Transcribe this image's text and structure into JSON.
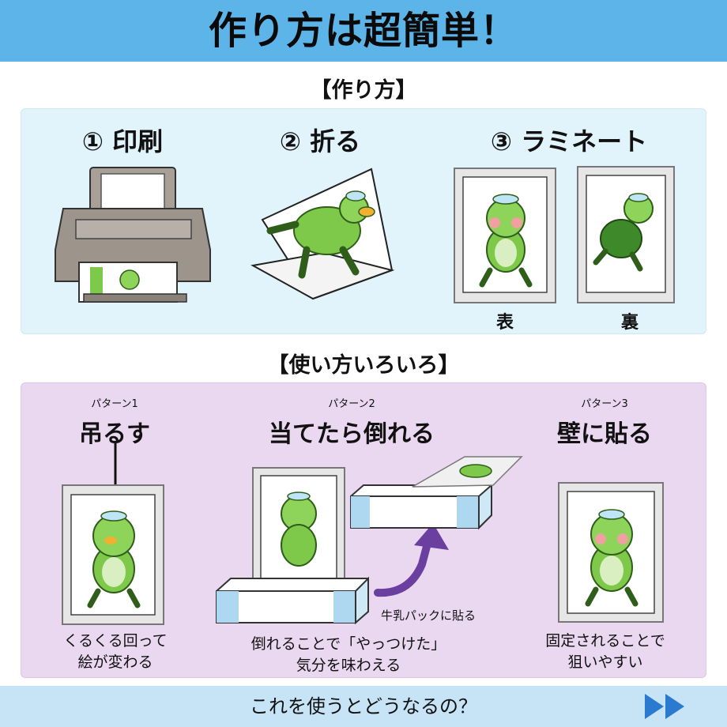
{
  "header": {
    "title": "作り方は超簡単！"
  },
  "how_to": {
    "heading": "【作り方】",
    "steps": [
      {
        "label": "① 印刷"
      },
      {
        "label": "② 折る"
      },
      {
        "label": "③ ラミネート"
      }
    ],
    "laminate": {
      "front_label": "表",
      "back_label": "裏"
    }
  },
  "usage": {
    "heading": "【使い方いろいろ】",
    "patterns": [
      {
        "number": "パターン1",
        "title": "吊るす",
        "caption_lines": [
          "くるくる回って",
          "絵が変わる"
        ]
      },
      {
        "number": "パターン2",
        "title": "当てたら倒れる",
        "caption_lines": [
          "倒れることで「やっつけた」",
          "気分を味わえる"
        ],
        "note": "牛乳パックに貼る"
      },
      {
        "number": "パターン3",
        "title": "壁に貼る",
        "caption_lines": [
          "固定されることで",
          "狙いやすい"
        ]
      }
    ]
  },
  "footer": {
    "text": "これを使うとどうなるの？",
    "next_icon": "double-chevron-right-icon"
  },
  "colors": {
    "header_blue": "#5cb4e8",
    "panel_blue": "#e1f3fb",
    "panel_purple": "#ead7f0",
    "footer_blue": "#c6e4f6",
    "kappa_green": "#7ec94a",
    "arrow_purple": "#6a3fa0"
  }
}
